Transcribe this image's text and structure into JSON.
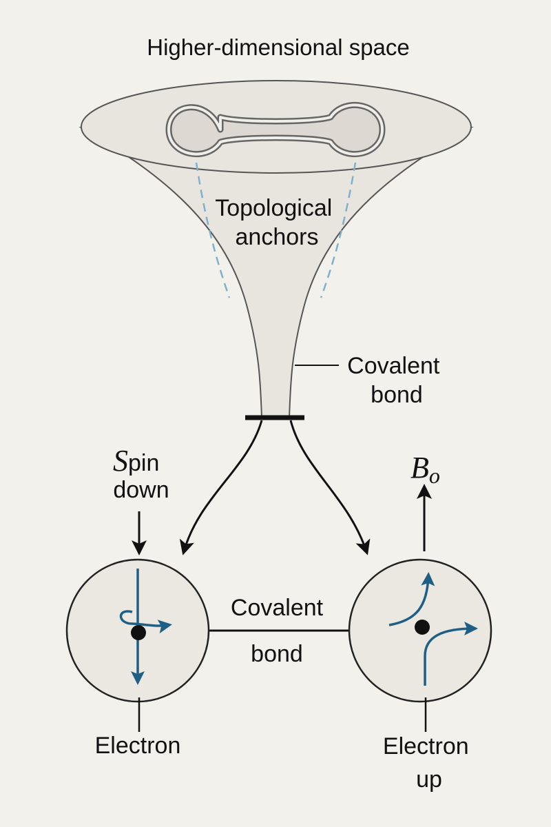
{
  "title": "Higher-dimensional space",
  "funnel_label": {
    "line1": "Topological",
    "line2": "anchors"
  },
  "neck_label": {
    "line1": "Covalent",
    "line2": "bond"
  },
  "bond_label": {
    "line1": "Covalent",
    "line2": "bond"
  },
  "left_atom": {
    "spin_symbol": "S",
    "spin_rest": "pin",
    "spin_line2": "down",
    "caption": "Electron"
  },
  "right_atom": {
    "field_symbol": "B",
    "field_subscript": "o",
    "caption_line1": "Electron",
    "caption_line2": "up"
  },
  "colors": {
    "background": "#f3f1ec",
    "shape_fill": "#e8e5df",
    "outline": "#555555",
    "arrow_blue": "#1f5f85",
    "dashed_blue": "#7fb0cc",
    "ink": "#111111"
  }
}
